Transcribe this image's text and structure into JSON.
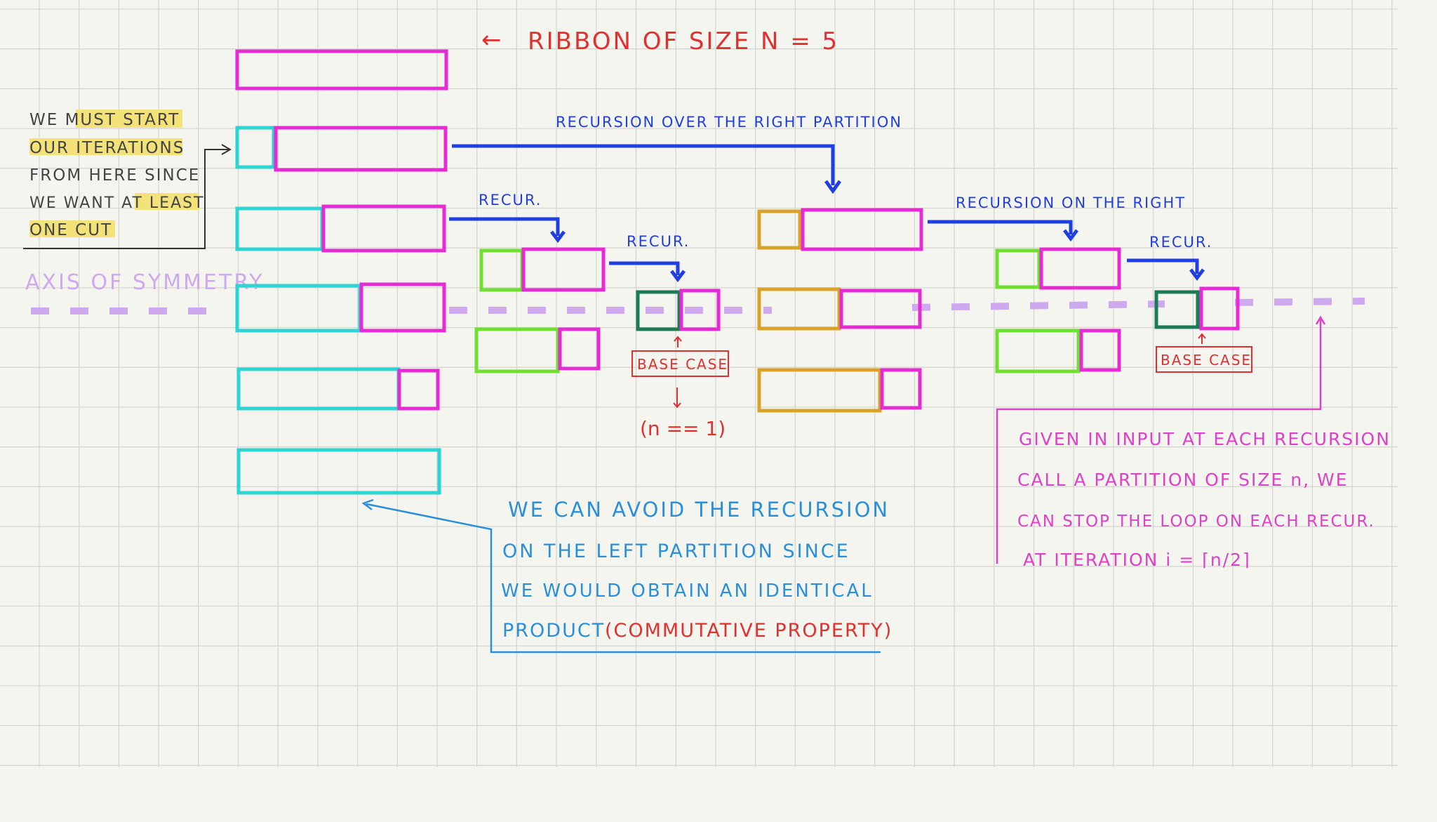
{
  "title": {
    "arrow": "←",
    "text": "RIBBON OF SIZE N = 5"
  },
  "left_note": {
    "lines": [
      "WE MUST START",
      "OUR ITERATIONS",
      "FROM HERE SINCE",
      "WE WANT AT LEAST",
      "ONE CUT"
    ],
    "highlight_color": "#f3e27a"
  },
  "axis_label": "AXIS OF SYMMETRY",
  "labels": {
    "recursion_over_right": "RECURSION OVER THE RIGHT PARTITION",
    "recur_1": "RECUR.",
    "recur_2": "RECUR.",
    "recursion_on_right": "RECURSION ON THE RIGHT",
    "recur_3": "RECUR.",
    "base_case_1": "BASE CASE",
    "base_case_2": "BASE CASE",
    "n_eq_1": "(n == 1)"
  },
  "bottom_note": {
    "lines": [
      "WE CAN AVOID THE RECURSION",
      "ON THE LEFT PARTITION SINCE",
      "WE WOULD OBTAIN AN IDENTICAL"
    ],
    "last_line_prefix": "PRODUCT",
    "last_line_highlight": "(COMMUTATIVE PROPERTY)"
  },
  "right_note": {
    "lines": [
      "GIVEN IN INPUT AT EACH RECURSION",
      "CALL A PARTITION OF SIZE n, WE",
      "CAN STOP THE LOOP ON EACH RECUR.",
      "AT ITERATION i = ⌈n/2⌉"
    ]
  },
  "colors": {
    "magenta": "#e62ad4",
    "cyan": "#2ed3d3",
    "green": "#6fe030",
    "dark_green": "#1c7a55",
    "orange": "#d9a228",
    "blue": "#1f3fe0",
    "red": "#e03030",
    "axis": "#cfa9ef",
    "note_blue": "#2a8fd8",
    "pink_text": "#de40c8",
    "grid": "#d6d6d0"
  }
}
